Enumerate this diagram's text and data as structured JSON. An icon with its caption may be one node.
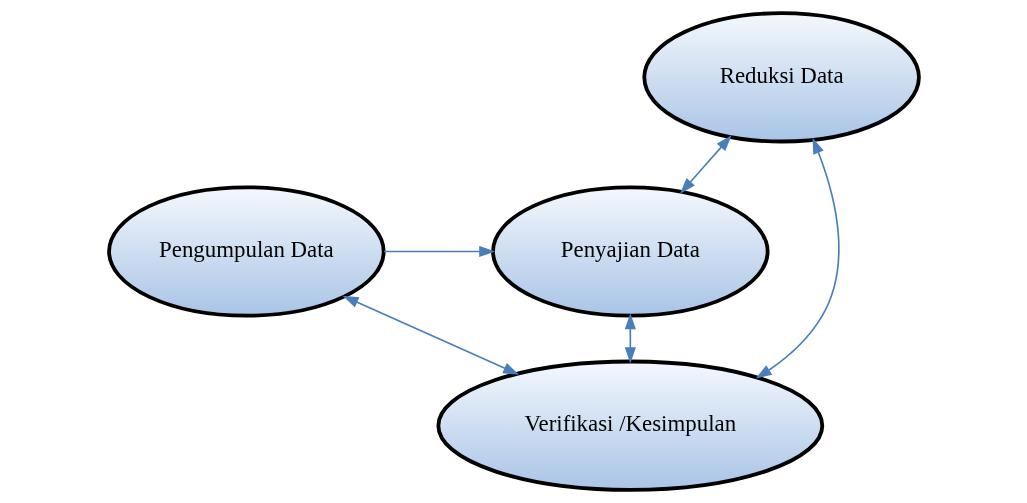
{
  "diagram": {
    "nodes": [
      {
        "text": [
          "Pengumpulan Data"
        ]
      },
      {
        "text": [
          "Penyajian Data"
        ]
      },
      {
        "text": [
          "Reduksi Data"
        ]
      },
      {
        "text": [
          "Verifikasi /Kesimpulan"
        ]
      }
    ],
    "edges": [
      {
        "from": 0,
        "to": 1,
        "arrow": "to"
      },
      {
        "from": 2,
        "to": 1,
        "arrow": "both"
      },
      {
        "from": 1,
        "to": 3,
        "arrow": "both"
      },
      {
        "from": 2,
        "to": 3,
        "arrow": "both"
      },
      {
        "from": 0,
        "to": 3,
        "arrow": "both"
      }
    ]
  }
}
